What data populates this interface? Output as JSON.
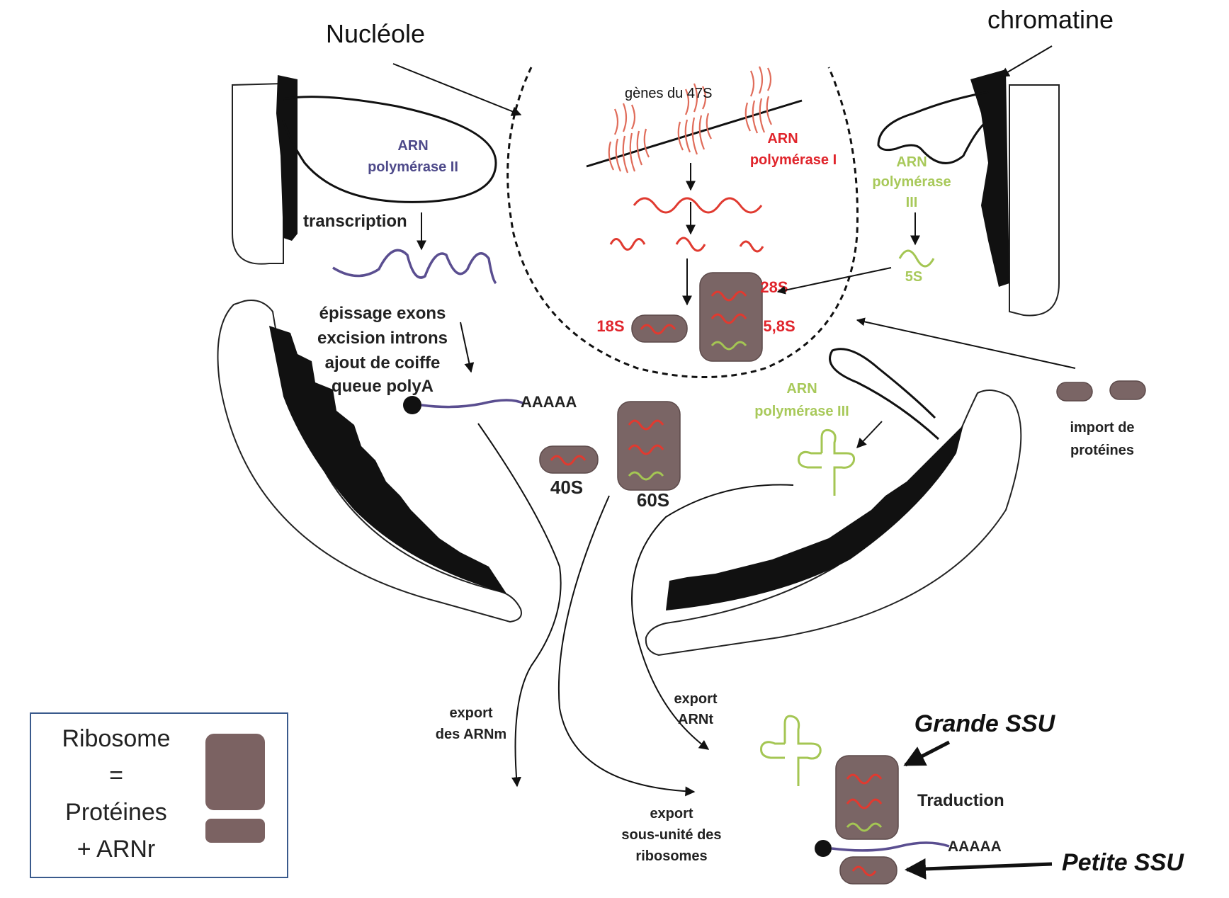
{
  "labels": {
    "nucleole": "Nucléole",
    "chromatine": "chromatine",
    "genes_47s": "gènes du 47S",
    "arn_pol1_line1": "ARN",
    "arn_pol1_line2": "polymérase I",
    "arn_pol2_line1": "ARN",
    "arn_pol2_line2": "polymérase II",
    "arn_pol3_top_line1": "ARN",
    "arn_pol3_top_line2": "polymérase",
    "arn_pol3_top_line3": "III",
    "arn_pol3_mid_line1": "ARN",
    "arn_pol3_mid_line2": "polymérase III",
    "transcription": "transcription",
    "splicing_line1": "épissage exons",
    "splicing_line2": "excision introns",
    "splicing_line3": "ajout de coiffe",
    "splicing_line4": "queue polyA",
    "polya": "AAAAA",
    "polya_bottom": "AAAAA",
    "s5": "5S",
    "s28": "28S",
    "s58": "5,8S",
    "s18": "18S",
    "s40": "40S",
    "s60": "60S",
    "import_line1": "import de",
    "import_line2": "protéines",
    "export_arnm_line1": "export",
    "export_arnm_line2": "des ARNm",
    "export_arnt_line1": "export",
    "export_arnt_line2": "ARNt",
    "export_sub_line1": "export",
    "export_sub_line2": "sous-unité des",
    "export_sub_line3": "ribosomes",
    "grande_ssu": "Grande SSU",
    "petite_ssu": "Petite SSU",
    "traduction": "Traduction"
  },
  "legend": {
    "line1": "Ribosome",
    "line2": "=",
    "line3": "Protéines",
    "line4": "+ ARNr"
  },
  "colors": {
    "rrna_red": "#e03a30",
    "rrna_green": "#a4c653",
    "mrna_purple": "#5a4e90",
    "subunit_brown": "#7b6262",
    "legend_border": "#3a5a8c"
  }
}
